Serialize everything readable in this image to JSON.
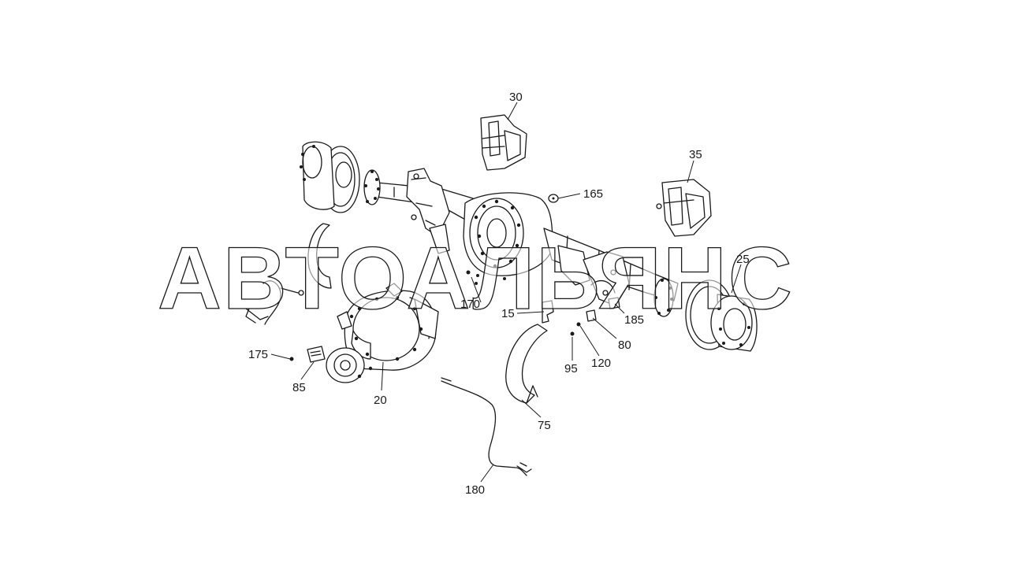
{
  "watermark": "АВТОАЛЬЯНС",
  "callouts": {
    "c15": "15",
    "c20": "20",
    "c25": "25",
    "c30": "30",
    "c35": "35",
    "c75": "75",
    "c80": "80",
    "c85": "85",
    "c95": "95",
    "c120": "120",
    "c165": "165",
    "c170": "170",
    "c175": "175",
    "c180": "180",
    "c185": "185"
  },
  "colors": {
    "line": "#1a1a1a",
    "background": "#ffffff"
  }
}
